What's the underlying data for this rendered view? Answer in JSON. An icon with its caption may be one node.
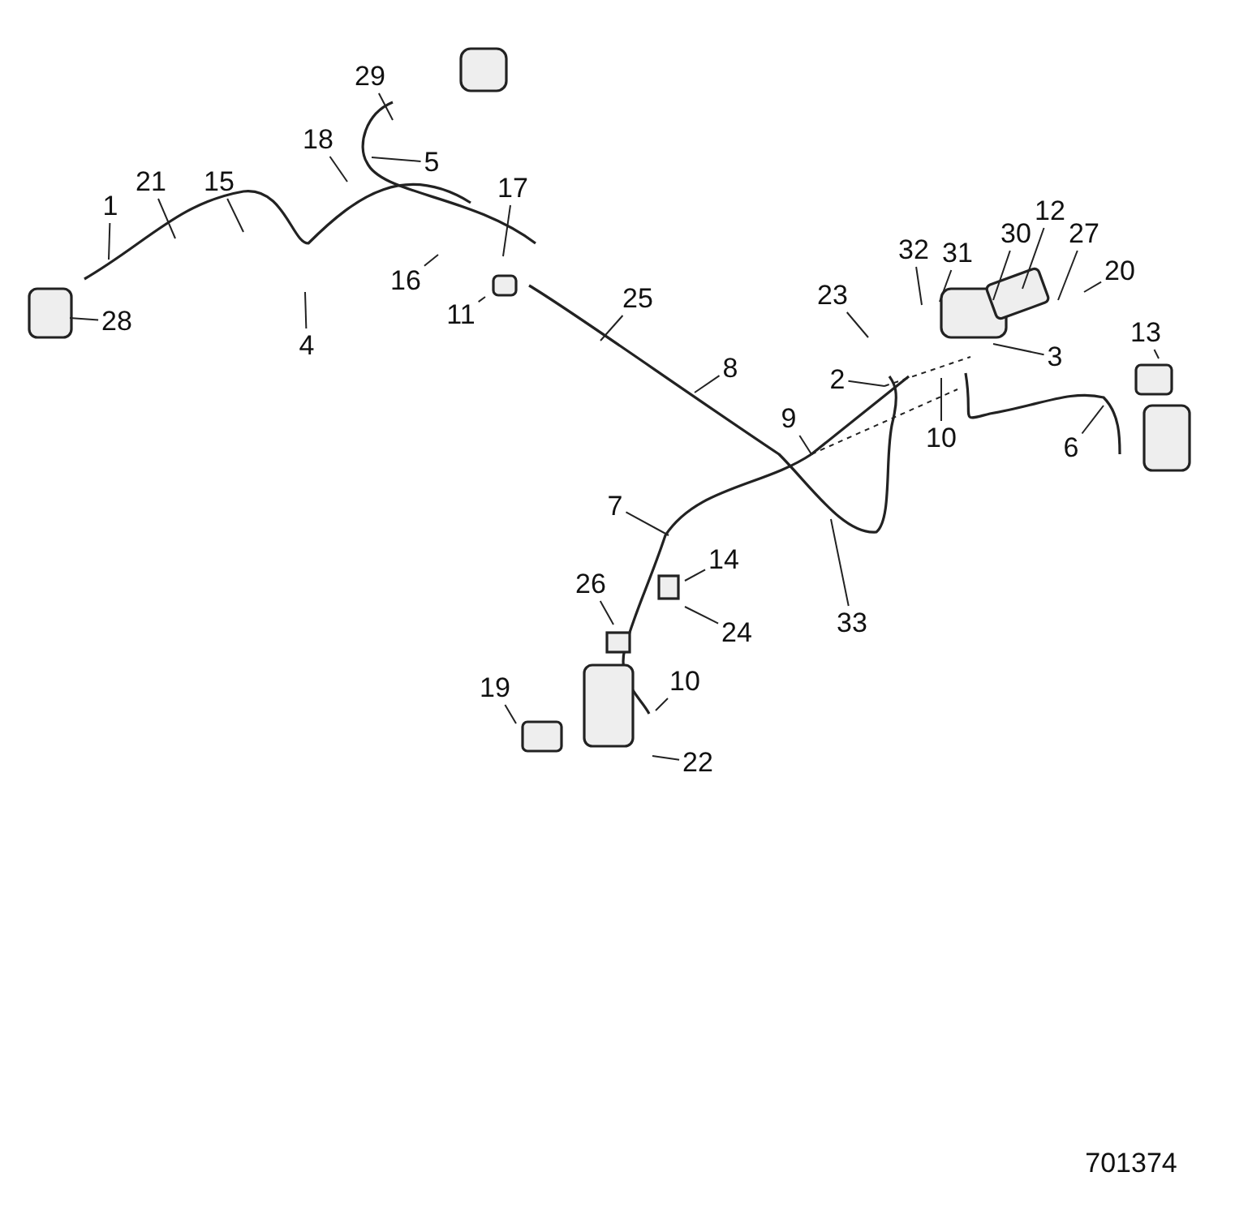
{
  "diagram": {
    "nodes": [
      {
        "text": [
          "29"
        ]
      },
      {
        "text": [
          "18"
        ]
      },
      {
        "text": [
          "5"
        ]
      },
      {
        "text": [
          "17"
        ]
      },
      {
        "text": [
          "1"
        ]
      },
      {
        "text": [
          "21"
        ]
      },
      {
        "text": [
          "15"
        ]
      },
      {
        "text": [
          "12"
        ]
      },
      {
        "text": [
          "32"
        ]
      },
      {
        "text": [
          "31"
        ]
      },
      {
        "text": [
          "30"
        ]
      },
      {
        "text": [
          "27"
        ]
      },
      {
        "text": [
          "20"
        ]
      },
      {
        "text": [
          "16"
        ]
      },
      {
        "text": [
          "11"
        ]
      },
      {
        "text": [
          "25"
        ]
      },
      {
        "text": [
          "23"
        ]
      },
      {
        "text": [
          "28"
        ]
      },
      {
        "text": [
          "4"
        ]
      },
      {
        "text": [
          "3"
        ]
      },
      {
        "text": [
          "13"
        ]
      },
      {
        "text": [
          "8"
        ]
      },
      {
        "text": [
          "2"
        ]
      },
      {
        "text": [
          "9"
        ]
      },
      {
        "text": [
          "10"
        ]
      },
      {
        "text": [
          "6"
        ]
      },
      {
        "text": [
          "7"
        ]
      },
      {
        "text": [
          "14"
        ]
      },
      {
        "text": [
          "26"
        ]
      },
      {
        "text": [
          "24"
        ]
      },
      {
        "text": [
          "33"
        ]
      },
      {
        "text": [
          "10"
        ]
      },
      {
        "text": [
          "19"
        ]
      },
      {
        "text": [
          "22"
        ]
      }
    ],
    "edges": [
      {
        "from": 0,
        "to": null,
        "arrow": "none"
      },
      {
        "from": 1,
        "to": null,
        "arrow": "none"
      },
      {
        "from": 2,
        "to": null,
        "arrow": "none"
      },
      {
        "from": 3,
        "to": null,
        "arrow": "none"
      },
      {
        "from": 4,
        "to": null,
        "arrow": "none"
      },
      {
        "from": 5,
        "to": null,
        "arrow": "none"
      },
      {
        "from": 6,
        "to": null,
        "arrow": "none"
      },
      {
        "from": 7,
        "to": null,
        "arrow": "none"
      },
      {
        "from": 8,
        "to": null,
        "arrow": "none"
      },
      {
        "from": 9,
        "to": null,
        "arrow": "none"
      },
      {
        "from": 10,
        "to": null,
        "arrow": "none"
      },
      {
        "from": 11,
        "to": null,
        "arrow": "none"
      },
      {
        "from": 12,
        "to": null,
        "arrow": "none"
      },
      {
        "from": 13,
        "to": null,
        "arrow": "none"
      },
      {
        "from": 14,
        "to": null,
        "arrow": "none"
      },
      {
        "from": 15,
        "to": null,
        "arrow": "none"
      },
      {
        "from": 16,
        "to": null,
        "arrow": "none"
      },
      {
        "from": 17,
        "to": null,
        "arrow": "none"
      },
      {
        "from": 18,
        "to": null,
        "arrow": "none"
      },
      {
        "from": 19,
        "to": null,
        "arrow": "none"
      },
      {
        "from": 20,
        "to": null,
        "arrow": "none"
      },
      {
        "from": 21,
        "to": null,
        "arrow": "none"
      },
      {
        "from": 22,
        "to": null,
        "arrow": "none"
      },
      {
        "from": 23,
        "to": null,
        "arrow": "none"
      },
      {
        "from": 24,
        "to": null,
        "arrow": "none"
      },
      {
        "from": 25,
        "to": null,
        "arrow": "none"
      },
      {
        "from": 26,
        "to": null,
        "arrow": "none"
      },
      {
        "from": 27,
        "to": null,
        "arrow": "none"
      },
      {
        "from": 28,
        "to": null,
        "arrow": "none"
      },
      {
        "from": 29,
        "to": null,
        "arrow": "none"
      },
      {
        "from": 30,
        "to": null,
        "arrow": "none"
      },
      {
        "from": 31,
        "to": null,
        "arrow": "none"
      },
      {
        "from": 32,
        "to": null,
        "arrow": "none"
      },
      {
        "from": 33,
        "to": null,
        "arrow": "none"
      }
    ],
    "labels": [
      "701374"
    ]
  }
}
